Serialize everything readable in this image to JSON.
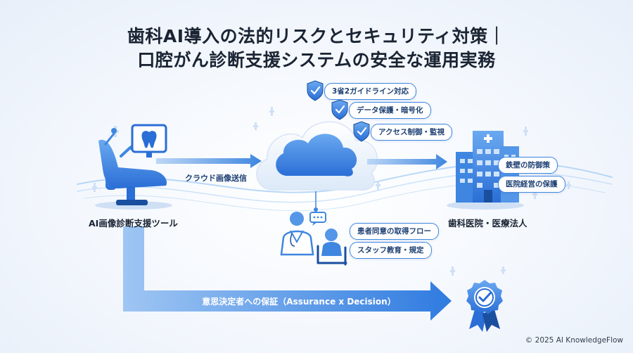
{
  "title": {
    "line1": "歯科AI導入の法的リスクとセキュリティ対策｜",
    "line2": "口腔がん診断支援システムの安全な運用実務"
  },
  "cloud_tags": [
    "3省2ガイドライン対応",
    "データ保護・暗号化",
    "アクセス制御・監視"
  ],
  "left": {
    "label": "AI画像診断支援ツール"
  },
  "arrow_label": "クラウド画像送信",
  "hospital": {
    "label": "歯科医院・医療法人",
    "tags": [
      "鉄壁の防御策",
      "医院経営の保護"
    ]
  },
  "consult": {
    "tags": [
      "患者同意の取得フロー",
      "スタッフ教育・規定"
    ]
  },
  "bottom_arrow_label": "意思決定者への保証（Assurance x Decision）",
  "copyright": "© 2025 AI KnowledgeFlow",
  "icons": [
    "dental-chair-icon",
    "tooth-monitor-icon",
    "cloud-icon",
    "shield-icon",
    "hospital-building-icon",
    "doctor-icon",
    "patient-icon",
    "chat-bubble-icon",
    "award-badge-icon"
  ],
  "colors": {
    "primary": "#2f7be0",
    "dark": "#1a4f9f",
    "light": "#a9cbf3",
    "text": "#1a2433"
  }
}
